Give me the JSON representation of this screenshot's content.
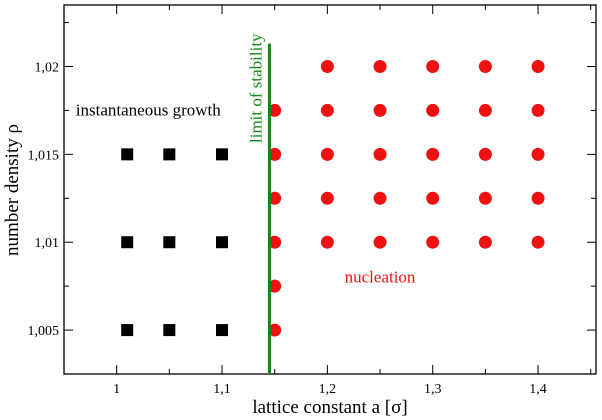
{
  "chart_data": {
    "type": "scatter",
    "xlabel": "lattice constant a [σ]",
    "ylabel": "number density ρ",
    "xlim": [
      0.95,
      1.455
    ],
    "ylim": [
      1.0025,
      1.0235
    ],
    "x_ticks": [
      {
        "value": 1.0,
        "label": "1"
      },
      {
        "value": 1.1,
        "label": "1,1"
      },
      {
        "value": 1.2,
        "label": "1,2"
      },
      {
        "value": 1.3,
        "label": "1,3"
      },
      {
        "value": 1.4,
        "label": "1,4"
      }
    ],
    "y_ticks": [
      {
        "value": 1.005,
        "label": "1,005"
      },
      {
        "value": 1.01,
        "label": "1,01"
      },
      {
        "value": 1.015,
        "label": "1,015"
      },
      {
        "value": 1.02,
        "label": "1,02"
      }
    ],
    "grid": false,
    "series": [
      {
        "marker": "square",
        "color": "#000000",
        "points": [
          [
            1.01,
            1.005
          ],
          [
            1.05,
            1.005
          ],
          [
            1.1,
            1.005
          ],
          [
            1.01,
            1.01
          ],
          [
            1.05,
            1.01
          ],
          [
            1.1,
            1.01
          ],
          [
            1.01,
            1.015
          ],
          [
            1.05,
            1.015
          ],
          [
            1.1,
            1.015
          ]
        ]
      },
      {
        "marker": "circle",
        "color": "#ee1111",
        "points": [
          [
            1.15,
            1.005
          ],
          [
            1.15,
            1.0075
          ],
          [
            1.15,
            1.01
          ],
          [
            1.15,
            1.0125
          ],
          [
            1.15,
            1.015
          ],
          [
            1.15,
            1.0175
          ],
          [
            1.2,
            1.01
          ],
          [
            1.25,
            1.01
          ],
          [
            1.3,
            1.01
          ],
          [
            1.35,
            1.01
          ],
          [
            1.4,
            1.01
          ],
          [
            1.2,
            1.0125
          ],
          [
            1.25,
            1.0125
          ],
          [
            1.3,
            1.0125
          ],
          [
            1.35,
            1.0125
          ],
          [
            1.4,
            1.0125
          ],
          [
            1.2,
            1.015
          ],
          [
            1.25,
            1.015
          ],
          [
            1.3,
            1.015
          ],
          [
            1.35,
            1.015
          ],
          [
            1.4,
            1.015
          ],
          [
            1.2,
            1.0175
          ],
          [
            1.25,
            1.0175
          ],
          [
            1.3,
            1.0175
          ],
          [
            1.35,
            1.0175
          ],
          [
            1.4,
            1.0175
          ],
          [
            1.2,
            1.02
          ],
          [
            1.25,
            1.02
          ],
          [
            1.3,
            1.02
          ],
          [
            1.35,
            1.02
          ],
          [
            1.4,
            1.02
          ]
        ]
      }
    ],
    "vertical_line": {
      "x": 1.145,
      "y_top": 1.0213,
      "color": "#118811",
      "label": "limit of stability"
    },
    "annotations": [
      {
        "text": "instantaneous growth",
        "x": 1.03,
        "y": 1.0172,
        "color": "#000000"
      },
      {
        "text": "nucleation",
        "x": 1.25,
        "y": 1.0077,
        "color": "#ee1111"
      }
    ]
  }
}
